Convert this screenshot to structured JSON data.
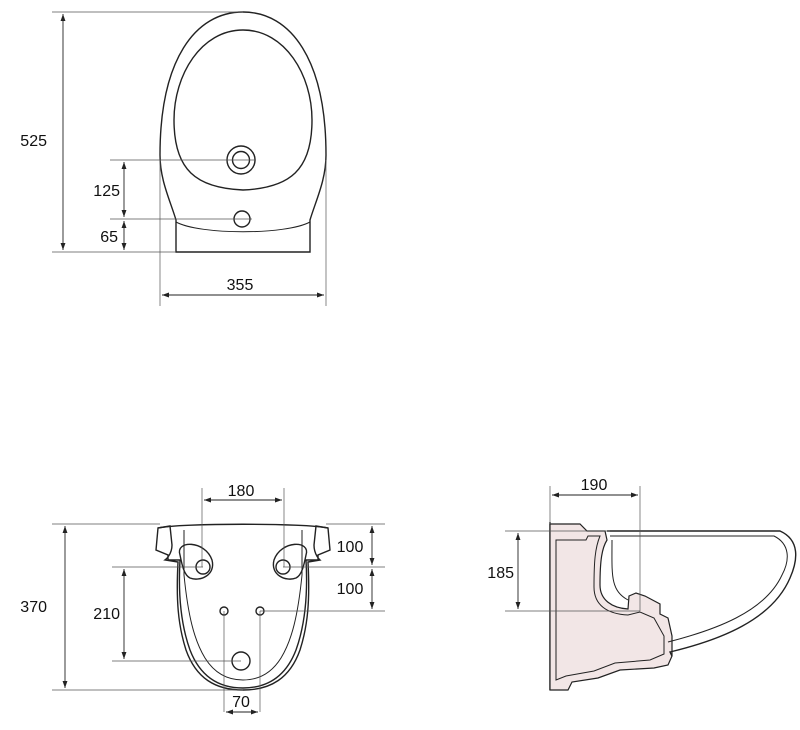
{
  "top_view": {
    "dims": {
      "height": "525",
      "upper_offset": "125",
      "lower_offset": "65",
      "width": "355"
    }
  },
  "front_view": {
    "dims": {
      "top_spacing": "180",
      "height": "370",
      "hole_height": "210",
      "right_upper": "100",
      "right_lower": "100",
      "bottom_spacing": "70"
    }
  },
  "side_view": {
    "dims": {
      "depth": "190",
      "height": "185"
    }
  },
  "colors": {
    "line": "#222222",
    "section_fill": "#f2e6e6"
  }
}
